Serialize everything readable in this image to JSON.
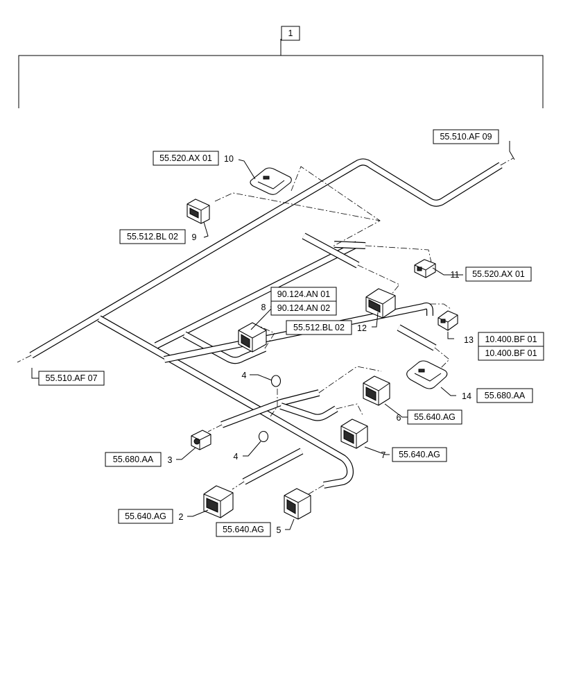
{
  "assembly": {
    "item": "1"
  },
  "references": {
    "r_10": "55.520.AX 01",
    "r_9": "55.512.BL 02",
    "r_top_right": "55.510.AF 09",
    "r_11": "55.520.AX 01",
    "r_8a": "90.124.AN 01",
    "r_8b": "90.124.AN 02",
    "r_12": "55.512.BL 02",
    "r_13a": "10.400.BF 01",
    "r_13b": "10.400.BF 01",
    "r_left": "55.510.AF 07",
    "r_14": "55.680.AA",
    "r_6": "55.640.AG",
    "r_7": "55.640.AG",
    "r_3": "55.680.AA",
    "r_2": "55.640.AG",
    "r_5": "55.640.AG"
  },
  "callouts": {
    "c10": "10",
    "c9": "9",
    "c11": "11",
    "c8": "8",
    "c12": "12",
    "c13": "13",
    "c4a": "4",
    "c14": "14",
    "c6": "6",
    "c4b": "4",
    "c7": "7",
    "c3": "3",
    "c2": "2",
    "c5": "5"
  }
}
